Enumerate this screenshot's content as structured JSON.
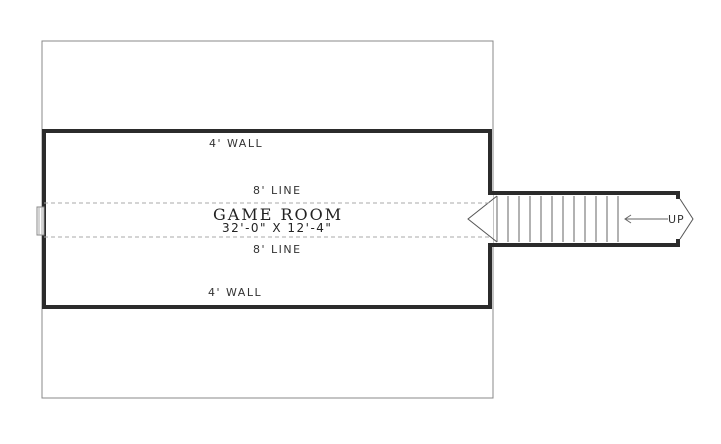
{
  "plan": {
    "room_name": "GAME ROOM",
    "room_dimensions": "32'-0\" X 12'-4\"",
    "top_wall_label": "4' WALL",
    "bottom_wall_label": "4' WALL",
    "top_line_label": "8' LINE",
    "bottom_line_label": "8' LINE",
    "stair_label": "UP"
  },
  "colors": {
    "wall": "#2b2b2b",
    "outline": "#888888",
    "dashed_line": "#aaaaaa"
  }
}
